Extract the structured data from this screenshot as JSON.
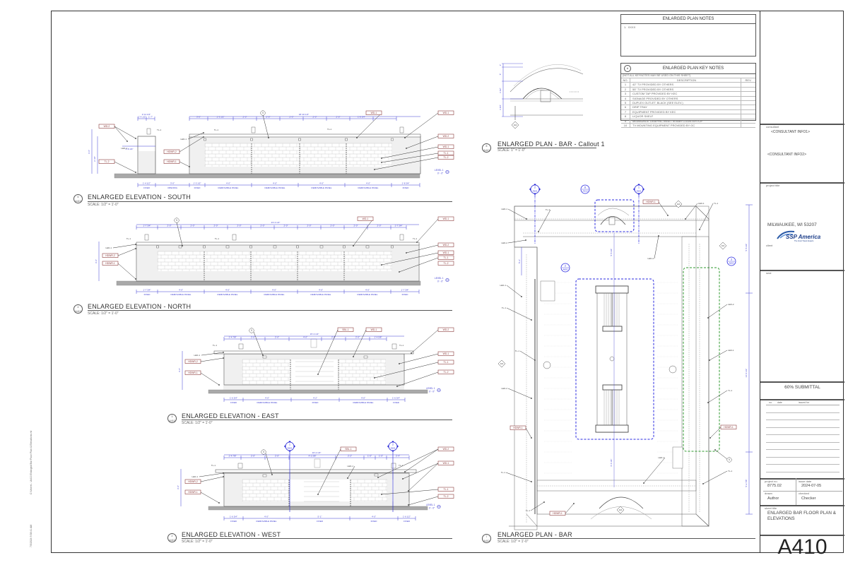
{
  "sheet": {
    "number": "A410",
    "title": "ENLARGED BAR FLOOR PLAN & ELEVATIONS",
    "submittal": "60% SUBMITTAL",
    "side_print": "C:\\Users\\...\\A410 Enlarged Bar Floor Plan & Elevations.rvt",
    "side_date": "7/5/2024 9:38:41 AM"
  },
  "title_block": {
    "consultant_label": "consultant",
    "consultant_info1": "<CONSULTANT INFO1>",
    "consultant_info2": "<CONSULTANT INFO2>",
    "project_title_label": "project title",
    "location": "MILWAUKEE, WI 53207",
    "client_logo": "SSP America",
    "client_tagline": "The Food Travel Experts",
    "client_label": "client",
    "seal_label": "seal",
    "revision_headers": [
      "no.",
      "date",
      "issued for"
    ],
    "project_no_label": "project no.",
    "project_no": "8775.02",
    "issue_date_label": "issue date",
    "issue_date": "2024-07-05",
    "drawn_label": "drawn",
    "drawn": "Author",
    "checked_label": "checked",
    "checked": "Checker",
    "sheet_title_label": "sheet title"
  },
  "plan_notes": {
    "title": "ENLARGED PLAN NOTES",
    "items": [
      {
        "no": "1.",
        "text": "XXXX"
      }
    ]
  },
  "key_notes": {
    "symbol": "#",
    "title": "ENLARGED PLAN KEY NOTES",
    "subtitle": "(NOT ALL KEYNOTES MAY BE USED ON THIS SHEET)",
    "headers": [
      "NO.",
      "DESCRIPTION",
      "REV."
    ],
    "rows": [
      {
        "no": "1",
        "desc": "42\" TV PROVIDED BY OTHERS"
      },
      {
        "no": "2",
        "desc": "55\" TV PROVIDED BY OTHERS"
      },
      {
        "no": "3",
        "desc": "CUSTOM TAP PROVIDED BY KEC"
      },
      {
        "no": "4",
        "desc": "SIGNAGE PROVIDED BY OTHERS"
      },
      {
        "no": "5",
        "desc": "DUPLEX OUTLET, BLACK (SEE ELEV.)"
      },
      {
        "no": "6",
        "desc": "DRIP TRAY"
      },
      {
        "no": "7",
        "desc": "EQUIPMENT PROVIDED BY KEC"
      },
      {
        "no": "8",
        "desc": "LIQUOR SHELF"
      },
      {
        "no": "9",
        "desc": "MILWAUKEE GRAPHIC INSET IN BAR COUNTERTOP"
      },
      {
        "no": "10",
        "desc": "TV MOUNTING EQUIPMENT PROVIDED BY GC"
      }
    ]
  },
  "views": {
    "south": {
      "number": "6",
      "sheet": "A410",
      "title": "ENLARGED ELEVATION - SOUTH",
      "scale": "SCALE: 1/2\" = 1'-0\"",
      "overall_dim": "18'-10 1/4\"",
      "top_dims": [
        "1'-4 1/2\"",
        "1'-7\"",
        "3'-0\"",
        "1'-3 1/2\"",
        "2'-0\"",
        "2'-0\"",
        "2'-0\"",
        "2'-0\"",
        "2'-0\"",
        "1'-8 3/4\""
      ],
      "left_top_dim": "2'-11 1/2\"",
      "bottom_dims": [
        "1'-4 1/2\"",
        "3'-0\"",
        "1'-3 1/2\"",
        "4'-0\"",
        "4'-0\"",
        "4'-0\"",
        "4'-0\"",
        "1'-8 3/4\""
      ],
      "bottom_labels": [
        "FIXED",
        "OPENING",
        "FIXED",
        "REMOVABLE PANEL",
        "REMOVABLE PANEL",
        "REMOVABLE PANEL",
        "REMOVABLE PANEL",
        "FIXED"
      ],
      "tags_left": [
        "WD-2",
        "TL-2",
        "HDWR-2",
        "HDWR-1"
      ],
      "tags_right": [
        "WD-1",
        "WD-2",
        "WD-1",
        "TL-1",
        "TL-2"
      ],
      "leaders": [
        "LED-1",
        "LED-1",
        "TL-1",
        "TL-1",
        "TL-1"
      ],
      "height_dims": [
        "3'-6\"",
        "2'-10\"",
        "1'-8 1/4\""
      ],
      "level": "LEVEL 1",
      "level_elev": "0' - 0\""
    },
    "north": {
      "number": "4",
      "sheet": "A410",
      "title": "ENLARGED ELEVATION - NORTH",
      "scale": "SCALE: 1/2\" = 1'-0\"",
      "overall_dim": "23'-3 1/2\"",
      "top_dims": [
        "1'-7 3/4\"",
        "2'-0\"",
        "2'-0\"",
        "2'-0\"",
        "2'-0\"",
        "2'-0\"",
        "2'-0\"",
        "2'-0\"",
        "2'-0\"",
        "2'-0\"",
        "2'-0\"",
        "1'-7 3/4\""
      ],
      "bottom_dims": [
        "1'-7 3/4\"",
        "4'-0\"",
        "4'-0\"",
        "4'-0\"",
        "4'-0\"",
        "4'-0\"",
        "1'-7 3/4\""
      ],
      "bottom_labels": [
        "FIXED",
        "REMOVABLE PANEL",
        "REMOVABLE PANEL",
        "REMOVABLE PANEL",
        "REMOVABLE PANEL",
        "REMOVABLE PANEL",
        "FIXED"
      ],
      "tags_left": [
        "HDWR-2",
        "HDWR-1"
      ],
      "tags_right": [
        "WD-1",
        "WD-2",
        "WD-1",
        "TL-1",
        "TL-2"
      ],
      "leaders": [
        "LED-1",
        "TL-1",
        "TL-1",
        "TL-1"
      ],
      "height_dims": [
        "3'-6\""
      ],
      "level": "LEVEL 1",
      "level_elev": "0' - 0\""
    },
    "east": {
      "number": "3",
      "sheet": "A410",
      "title": "ENLARGED ELEVATION - EAST",
      "scale": "SCALE: 1/2\" = 1'-0\"",
      "overall_dim": "15'-3 1/2\"",
      "top_dims": [
        "1'-4 7/8\"",
        "2'-0\"",
        "2'-0\"",
        "4'-0\"",
        "2'-0\"",
        "2'-0\"",
        "1'-4 5/8\""
      ],
      "bottom_dims": [
        "1'-6 3/4\"",
        "4'-0\"",
        "4'-2\"",
        "4'-0\"",
        "1'-6 3/4\""
      ],
      "bottom_labels": [
        "FIXED",
        "REMOVABLE PANEL",
        "FIXED",
        "REMOVABLE PANEL",
        "FIXED"
      ],
      "tags_left": [
        "HDWR-2",
        "HDWR-1"
      ],
      "tags_right": [
        "SBL-1",
        "WD-1",
        "WD-2",
        "WD-1",
        "TL-1",
        "TL-2"
      ],
      "leaders": [
        "LED-1",
        "TL-1",
        "TL-1"
      ],
      "height_dims": [
        "3'-6\""
      ],
      "level": "LEVEL 1",
      "level_elev": "0' - 0\""
    },
    "west": {
      "number": "2",
      "sheet": "A410",
      "title": "ENLARGED ELEVATION - WEST",
      "scale": "SCALE: 1/2\" = 1'-0\"",
      "overall_dim": "16'-2 1/4\"",
      "top_dims": [
        "1'-4 7/8\"",
        "2'-0\"",
        "2'-0\"",
        "4'-2 3/8\"",
        "2'-2\"",
        "1'-0\"",
        "1'-0\"",
        "2'-4\""
      ],
      "bottom_dims": [
        "1'-6 3/4\"",
        "4'-0\"",
        "5'-1\"",
        "4'-0\"",
        "1'-6 1/2\""
      ],
      "bottom_labels": [
        "FIXED",
        "REMOVABLE PANEL",
        "FIXED",
        "FIXED",
        "FIXED"
      ],
      "tags_left": [
        "HDWR-2",
        "HDWR-1"
      ],
      "tags_right": [
        "SBL-1",
        "WD-2",
        "WD-1",
        "TL-1",
        "TL-2"
      ],
      "leaders": [
        "LED-1",
        "LED-1",
        "TL-1",
        "TL-1"
      ],
      "section_marks": [
        {
          "no": "1",
          "sheet": "A501"
        },
        {
          "no": "2",
          "sheet": "A501"
        }
      ],
      "height_dims": [
        "3'-6\""
      ],
      "level": "LEVEL 1",
      "level_elev": "0' - 0\""
    },
    "callout": {
      "number": "8",
      "sheet": "A410",
      "title": "ENLARGED PLAN - BAR - Callout 1",
      "scale": "SCALE: 1\" = 1'-0\"",
      "dims": [
        "1\"",
        "5\"",
        "6 1/2\"",
        "6 3/4\""
      ],
      "keynote": "10A"
    },
    "plan": {
      "number": "7",
      "sheet": "A410",
      "title": "ENLARGED PLAN - BAR",
      "scale": "SCALE: 1/2\" = 1'-0\"",
      "callout_marks": [
        {
          "no": "2",
          "sheet": "A501"
        },
        {
          "no": "8",
          "sheet": "A410"
        },
        {
          "no": "1",
          "sheet": "A501"
        },
        {
          "no": "2",
          "sheet": "A601"
        },
        {
          "no": "3",
          "sheet": "A602"
        }
      ],
      "tags": [
        "HDWR-1",
        "HDWR-1",
        "HDWR-1",
        "HDWR-1"
      ],
      "leaders": [
        "LED-1",
        "LED-2",
        "TL-1",
        "LED-1",
        "TL-1",
        "LED-2",
        "LED-1",
        "TL-1",
        "TL-1",
        "LED-2",
        "LED-1",
        "TL-1",
        "TL-1",
        "LED-2",
        "LED-1",
        "TL-1",
        "TL-1"
      ],
      "keynotes": [
        "10A",
        "10A",
        "10A",
        "10A"
      ],
      "keynote_bubble": "5",
      "dims": [
        "5'-5 3/4\"",
        "5'-3\"",
        "5'-5 3/4\"",
        "14'-6 1/2\"",
        "5'-2 7/8\"",
        "6'-6 1/4\""
      ]
    }
  },
  "colors": {
    "line": "#333333",
    "dim": "#3b3bd1",
    "callout_blue": "#2a2ae0",
    "callout_green": "#2e9a2e",
    "tag_border": "#8b3a3a",
    "ground": "#a9a9a9"
  }
}
